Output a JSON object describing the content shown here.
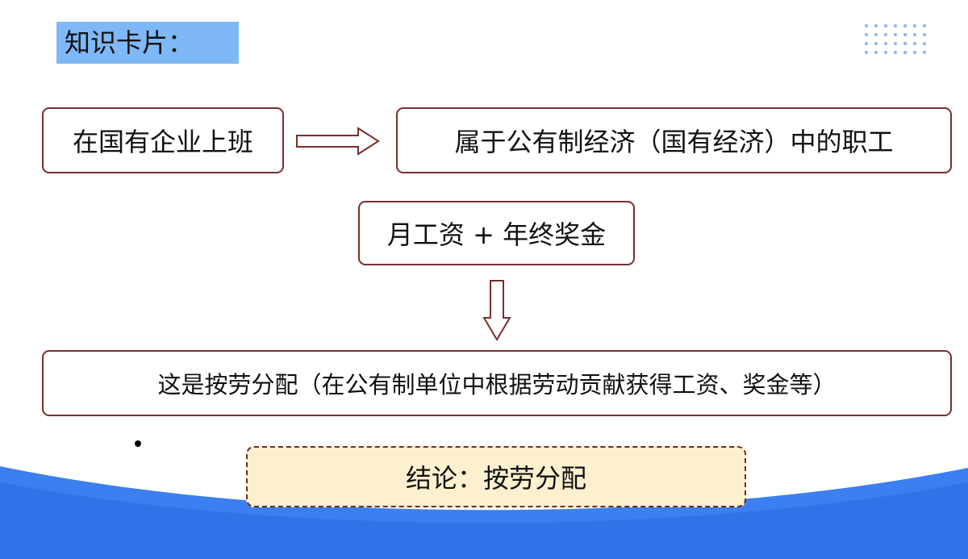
{
  "title": "知识卡片：",
  "flow": {
    "step1": "在国有企业上班",
    "step2": "属于公有制经济（国有经济）中的职工",
    "step3": "月工资 + 年终奖金",
    "step4": "这是按劳分配（在公有制单位中根据劳动贡献获得工资、奖金等）"
  },
  "conclusion": "结论：按劳分配",
  "colors": {
    "title_bg": "#7fb8f7",
    "box_border": "#7a2e2e",
    "conclusion_bg": "#fdf0cf",
    "wave": "#3b7ff0"
  }
}
